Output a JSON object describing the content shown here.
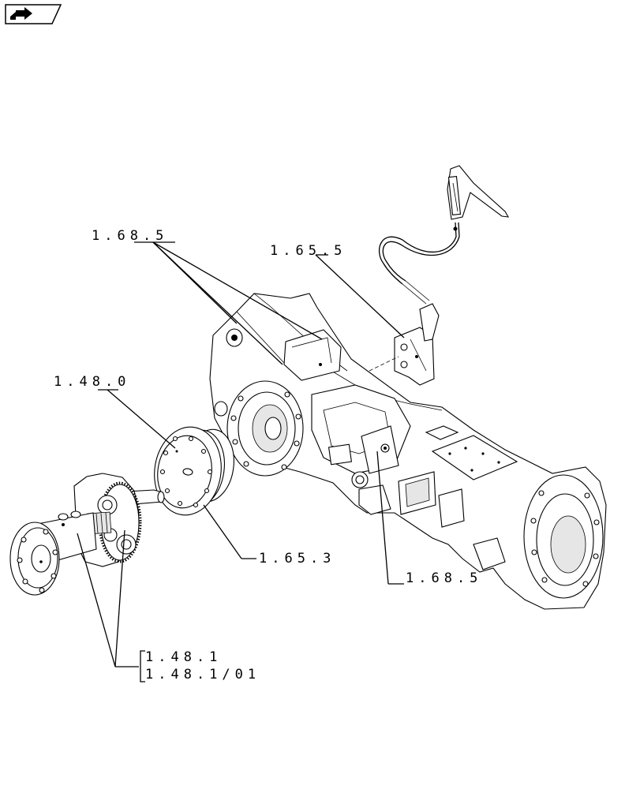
{
  "nav": {
    "icon": "next-page-arrow-icon"
  },
  "callouts": {
    "c1": "1.68.5",
    "c2": "1.65.5",
    "c3": "1.48.0",
    "c4": "1.65.3",
    "c5": "1.68.5",
    "c6": "1.48.1",
    "c7": "1.48.1/01"
  }
}
